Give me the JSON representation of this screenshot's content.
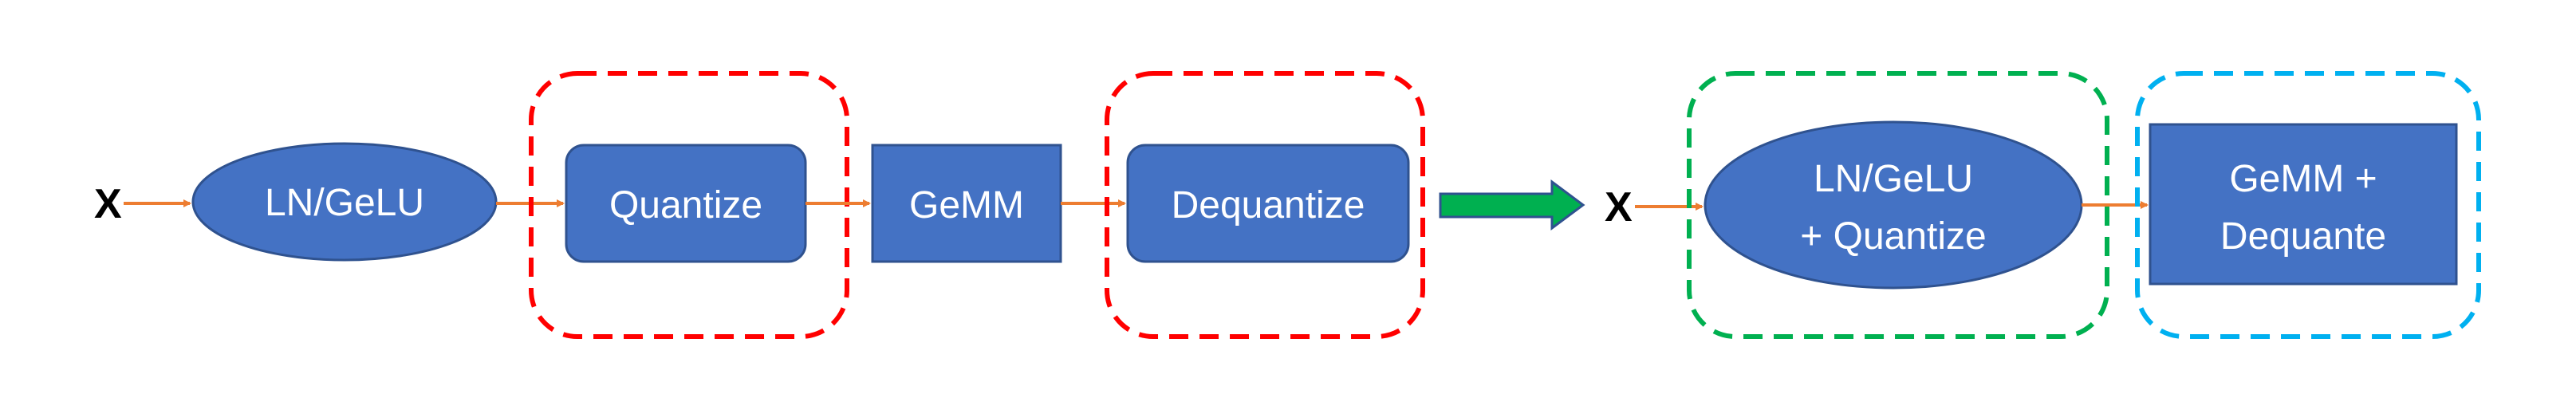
{
  "diagram": {
    "left": {
      "input_label": "X",
      "nodes": {
        "ln_gelu": "LN/GeLU",
        "quantize": "Quantize",
        "gemm": "GeMM",
        "dequantize": "Dequantize"
      }
    },
    "right": {
      "input_label": "X",
      "nodes": {
        "fused_ln_line1": "LN/GeLU",
        "fused_ln_line2": "+ Quantize",
        "fused_gemm_line1": "GeMM +",
        "fused_gemm_line2": "Dequante"
      }
    },
    "colors": {
      "node_fill": "#4472C4",
      "node_stroke": "#2F528F",
      "edge": "#ED7D31",
      "group_red": "#FF0000",
      "group_green": "#00B050",
      "group_blue": "#00B0F0",
      "transform_arrow": "#00B050"
    }
  }
}
